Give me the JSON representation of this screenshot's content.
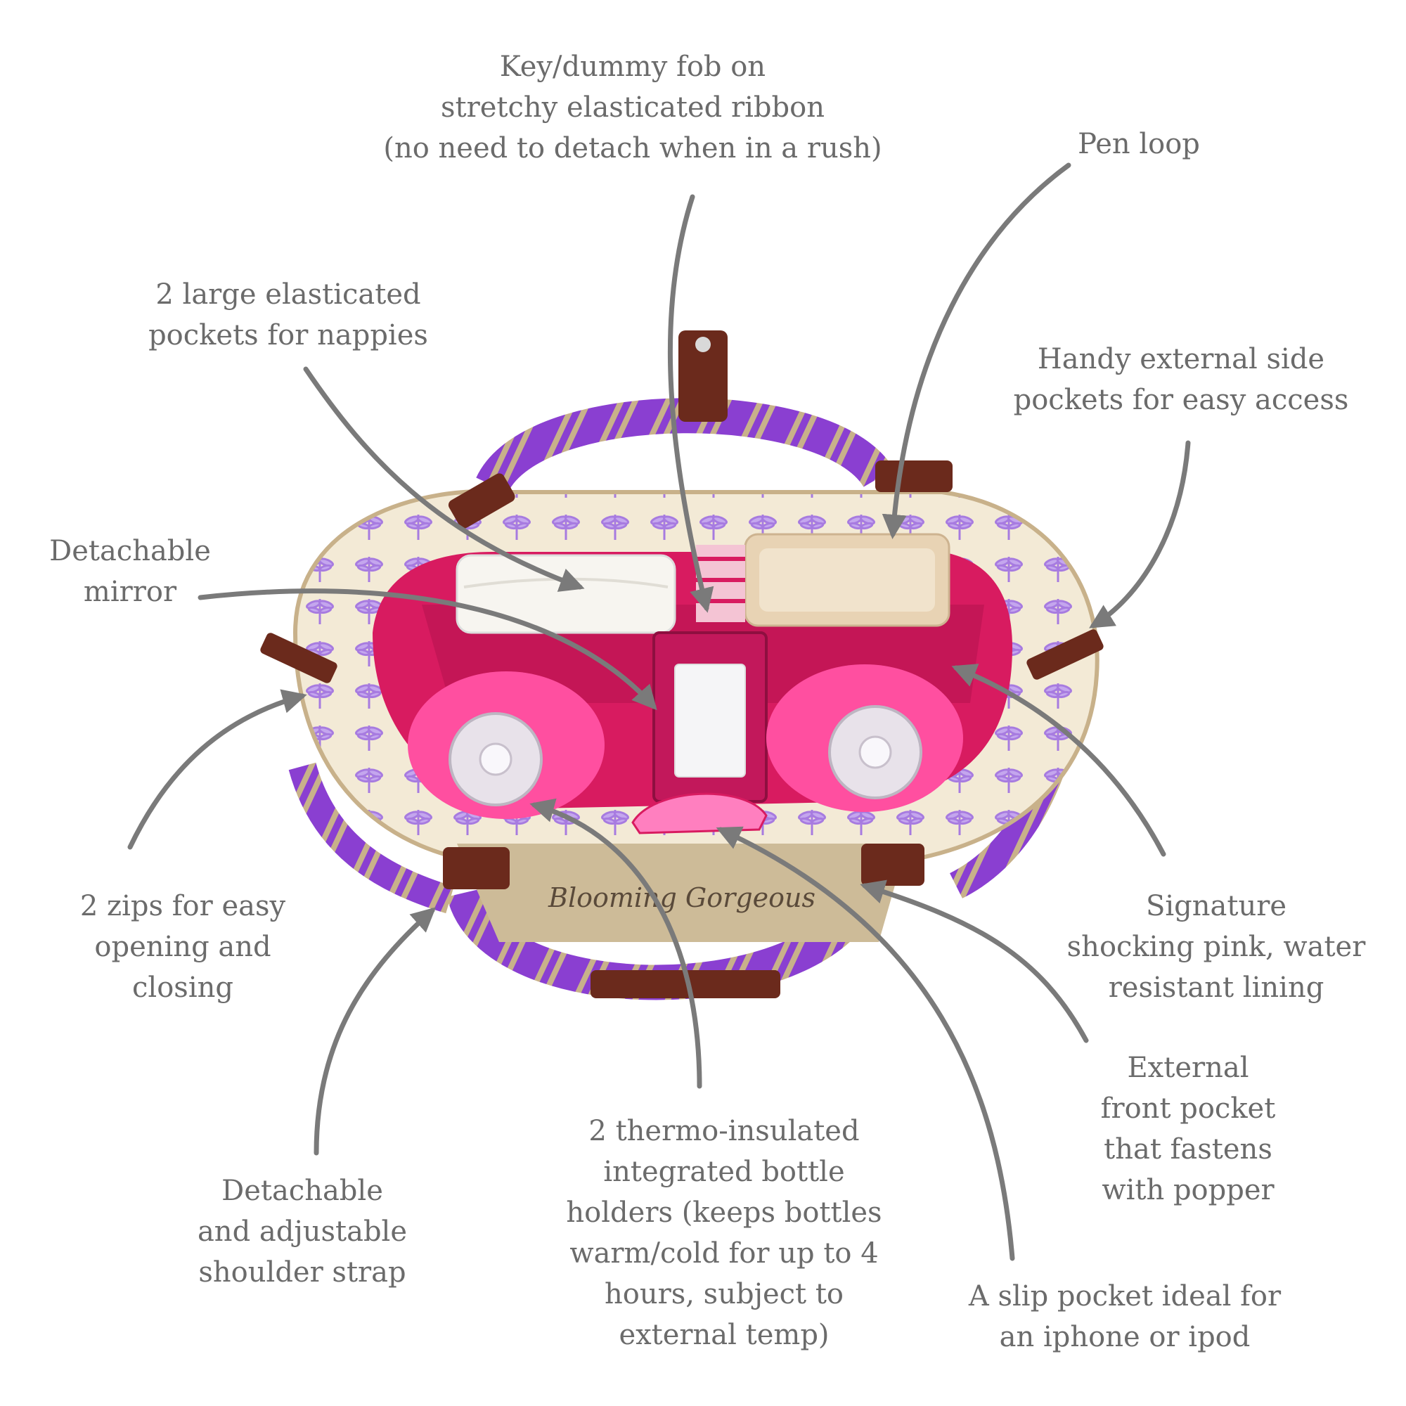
{
  "callouts": {
    "key_fob": {
      "lines": [
        "Key/dummy fob on",
        "stretchy elasticated ribbon",
        "(no need to detach when in a rush)"
      ]
    },
    "pen_loop": {
      "lines": [
        "Pen loop"
      ]
    },
    "nappy_pockets": {
      "lines": [
        "2 large elasticated",
        "pockets for nappies"
      ]
    },
    "side_pockets": {
      "lines": [
        "Handy external side",
        "pockets for easy access"
      ]
    },
    "mirror": {
      "lines": [
        "Detachable",
        "mirror"
      ]
    },
    "zips": {
      "lines": [
        "2 zips for easy",
        "opening and",
        "closing"
      ]
    },
    "lining": {
      "lines": [
        "Signature",
        "shocking pink, water",
        "resistant lining"
      ]
    },
    "front_pocket": {
      "lines": [
        "External",
        "front pocket",
        "that fastens",
        "with popper"
      ]
    },
    "shoulder_strap": {
      "lines": [
        "Detachable",
        "and adjustable",
        "shoulder strap"
      ]
    },
    "bottle_holders": {
      "lines": [
        "2 thermo-insulated",
        "integrated bottle",
        "holders (keeps bottles",
        "warm/cold for up to 4",
        "hours, subject to",
        "external temp)"
      ]
    },
    "slip_pocket": {
      "lines": [
        "A slip pocket ideal for",
        "an iphone or ipod"
      ]
    }
  },
  "bag": {
    "front_patch_text": "Blooming Gorgeous"
  },
  "colors": {
    "text": "#6b6b6b",
    "arrow": "#7a7a7a",
    "lining": "#d81b60",
    "canvas": "#f3ead6",
    "dragonfly": "#a77be0",
    "strap_purple": "#8a3fd1",
    "strap_tan": "#c8b18a",
    "leather": "#6b2a1c",
    "patch": "#cdbb98"
  }
}
